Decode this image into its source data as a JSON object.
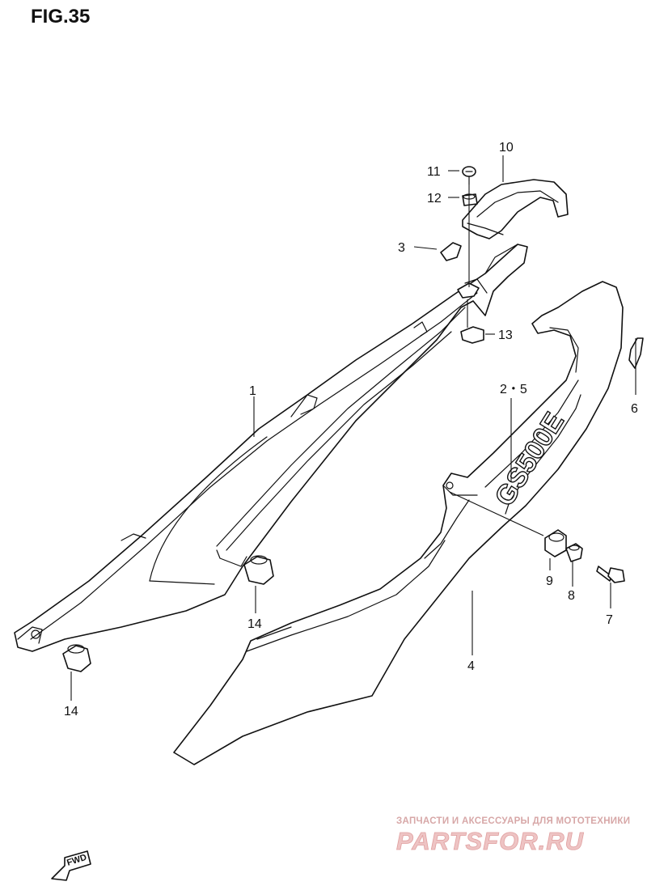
{
  "figure": {
    "title": "FIG.35"
  },
  "callouts": {
    "c1": "1",
    "c2_5": "2・5",
    "c3": "3",
    "c4": "4",
    "c6": "6",
    "c7": "7",
    "c8": "8",
    "c9": "9",
    "c10": "10",
    "c11": "11",
    "c12": "12",
    "c13": "13",
    "c14a": "14",
    "c14b": "14"
  },
  "decal": {
    "text": "GS500E"
  },
  "fwd_marker": {
    "label": "FWD",
    "icon": "arrow-left-icon"
  },
  "watermark": {
    "tagline": "ЗАПЧАСТИ И АКСЕССУАРЫ ДЛЯ МОТОТЕХНИКИ",
    "logo": "PARTSFOR.RU",
    "color": "#e0a0a0"
  }
}
